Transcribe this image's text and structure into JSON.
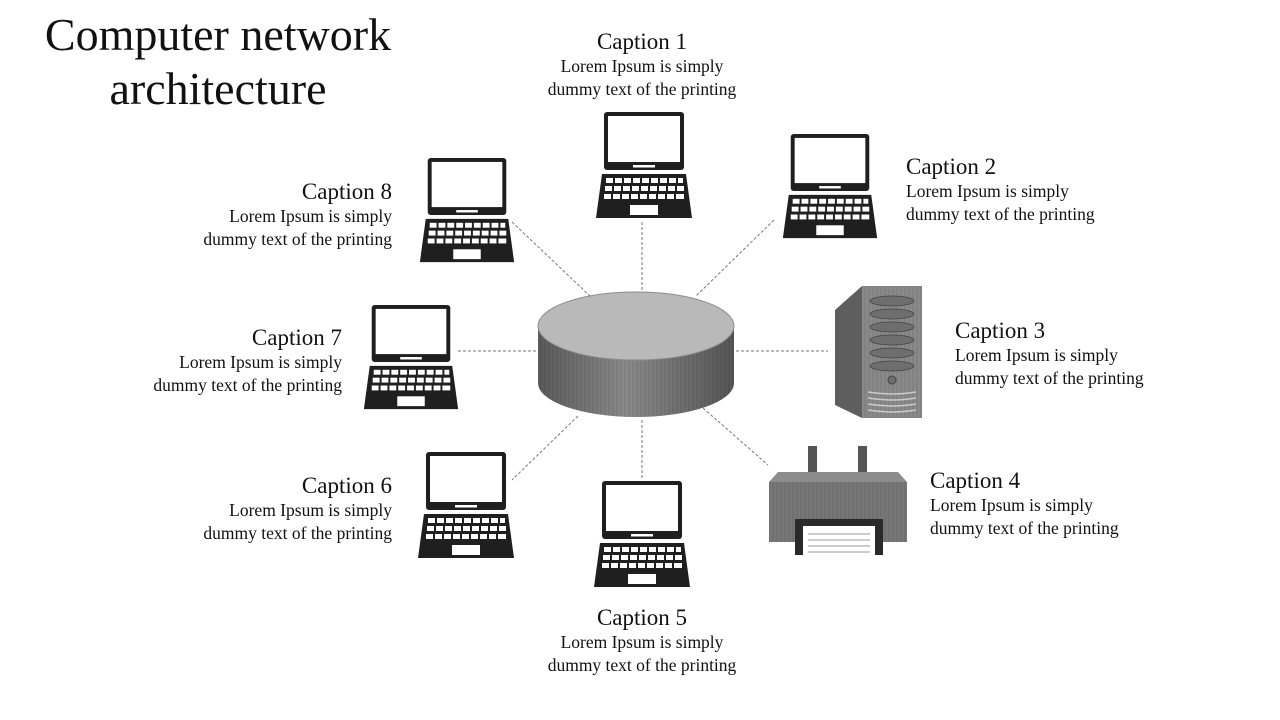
{
  "title": {
    "line1": "Computer network",
    "line2": "architecture"
  },
  "captions": [
    {
      "id": 1,
      "title": "Caption 1",
      "line1": "Lorem Ipsum is simply",
      "line2": "dummy text of the printing"
    },
    {
      "id": 2,
      "title": "Caption 2",
      "line1": "Lorem Ipsum is simply",
      "line2": "dummy text of the printing"
    },
    {
      "id": 3,
      "title": "Caption 3",
      "line1": "Lorem Ipsum is simply",
      "line2": "dummy text of the printing"
    },
    {
      "id": 4,
      "title": "Caption 4",
      "line1": "Lorem Ipsum is simply",
      "line2": "dummy text of the printing"
    },
    {
      "id": 5,
      "title": "Caption 5",
      "line1": "Lorem Ipsum is simply",
      "line2": "dummy text of the printing"
    },
    {
      "id": 6,
      "title": "Caption 6",
      "line1": "Lorem Ipsum is simply",
      "line2": "dummy text of the printing"
    },
    {
      "id": 7,
      "title": "Caption 7",
      "line1": "Lorem Ipsum is simply",
      "line2": "dummy text of the printing"
    },
    {
      "id": 8,
      "title": "Caption 8",
      "line1": "Lorem Ipsum is simply",
      "line2": "dummy text of the printing"
    }
  ],
  "nodes": [
    {
      "caption": 1,
      "icon": "laptop-icon"
    },
    {
      "caption": 2,
      "icon": "laptop-icon"
    },
    {
      "caption": 3,
      "icon": "server-tower-icon"
    },
    {
      "caption": 4,
      "icon": "printer-icon"
    },
    {
      "caption": 5,
      "icon": "laptop-icon"
    },
    {
      "caption": 6,
      "icon": "laptop-icon"
    },
    {
      "caption": 7,
      "icon": "laptop-icon"
    },
    {
      "caption": 8,
      "icon": "laptop-icon"
    }
  ],
  "hub": {
    "icon": "database-cylinder-icon"
  },
  "colors": {
    "icon_dark": "#1f1f1f",
    "hub_top": "#b8b8b8",
    "hub_side": "#6e6e6e",
    "printer": "#777777",
    "server": "#8a8a8a",
    "connector": "#777777"
  }
}
